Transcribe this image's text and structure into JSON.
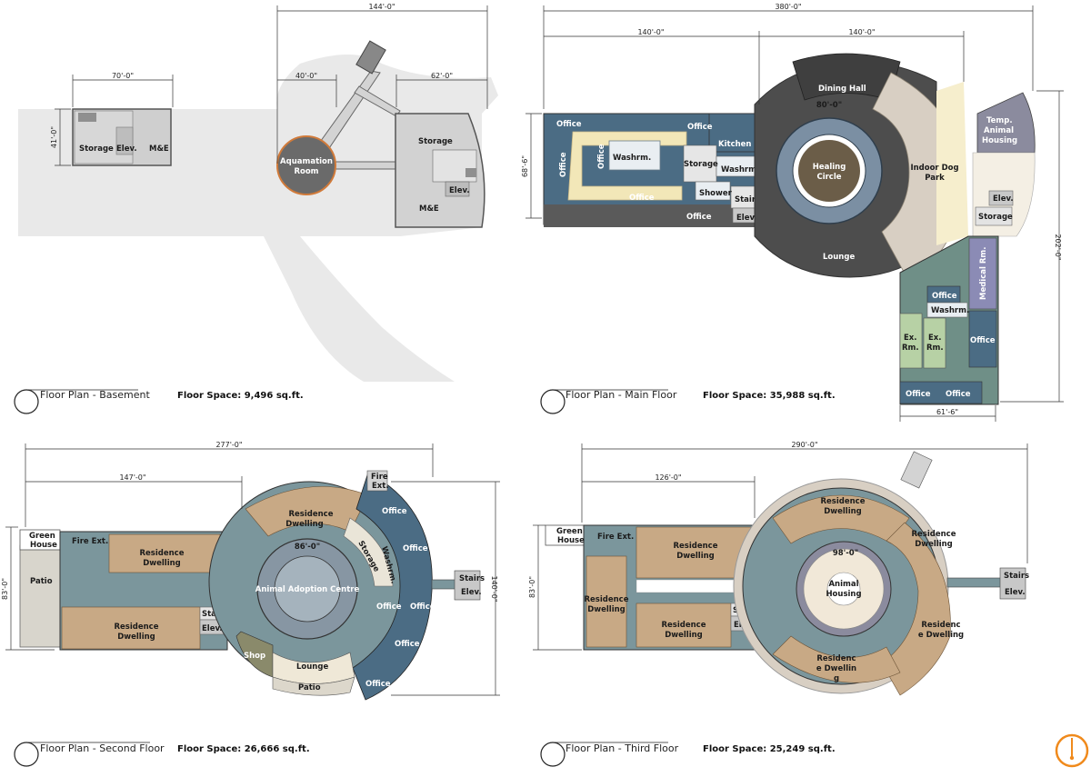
{
  "colors": {
    "dwelling": "#c8a985",
    "corridor": "#7b969c",
    "corridor_dark": "#4f6e74",
    "office": "#4b6c84",
    "carpet": "#555555",
    "plaza": "#d8cfc3",
    "grey_site": "#e8e8e8",
    "medical": "#8b8bb5",
    "green_rooms": "#b7d1a5",
    "compass": "#f08a1c"
  },
  "plans": {
    "basement": {
      "title": "Floor Plan - Basement",
      "space": "Floor Space: 9,496 sq.ft.",
      "dims": {
        "overall": "144'-0\"",
        "left": "70'-0\"",
        "mid": "40'-0\"",
        "right": "62'-0\"",
        "height": "41'-0\""
      },
      "rooms": {
        "storage_a": "Storage",
        "elev_a": "Elev.",
        "me_a": "M&E",
        "aquamation_1": "Aquamation",
        "aquamation_2": "Room",
        "storage_b": "Storage",
        "elev_b": "Elev.",
        "me_b": "M&E"
      }
    },
    "main": {
      "title": "Floor Plan - Main Floor",
      "space": "Floor Space: 35,988 sq.ft.",
      "dims": {
        "overall": "380'-0\"",
        "left": "140'-0\"",
        "right": "140'-0\"",
        "height_left": "68'-6\"",
        "height_right": "202'-0\"",
        "bottom": "61'-6\"",
        "circle": "80'-0\""
      },
      "rooms": {
        "office_1": "Office",
        "office_2": "Office",
        "office_3": "Office",
        "office_4": "Office",
        "office_5": "Office",
        "office_6": "Office",
        "office_7": "Office",
        "office_8": "Office",
        "office_9": "Office",
        "washrm_1": "Washrm.",
        "washrm_2": "Washrm.",
        "washrm_3": "Washrm.",
        "kitchen": "Kitchen",
        "storage_1": "Storage",
        "storage_2": "Storage",
        "shower": "Shower",
        "stairs": "Stairs",
        "elev_1": "Elev.",
        "elev_2": "Elev.",
        "dining": "Dining Hall",
        "healing_1": "Healing",
        "healing_2": "Circle",
        "dog_1": "Indoor Dog",
        "dog_2": "Park",
        "lounge": "Lounge",
        "temp_1": "Temp.",
        "temp_2": "Animal",
        "temp_3": "Housing",
        "medical": "Medical Rm.",
        "exrm_1a": "Ex.",
        "exrm_1b": "Rm.",
        "exrm_2a": "Ex.",
        "exrm_2b": "Rm."
      }
    },
    "second": {
      "title": "Floor Plan - Second Floor",
      "space": "Floor Space: 26,666 sq.ft.",
      "dims": {
        "overall": "277'-0\"",
        "left": "147'-0\"",
        "circle": "86'-0\"",
        "height_left": "83'-0\"",
        "height_right": "140'-0\""
      },
      "rooms": {
        "green_1": "Green",
        "green_2": "House",
        "fire_ext_1": "Fire Ext.",
        "fire_ext_2a": "Fire",
        "fire_ext_2b": "Ext.",
        "patio_1": "Patio",
        "patio_2": "Patio",
        "res_top_1": "Residence",
        "res_top_2": "Dwelling",
        "res_bot_1": "Residence",
        "res_bot_2": "Dwelling",
        "res_arc_1": "Residence",
        "res_arc_2": "Dwelling",
        "stairs_1": "Stairs",
        "elev_1": "Elev.",
        "stairs_2": "Stairs",
        "elev_2": "Elev.",
        "adoption": "Animal Adoption Centre",
        "shop": "Shop",
        "lounge": "Lounge",
        "storage": "Storage",
        "washrm": "Washrm.",
        "office_1": "Office",
        "office_2": "Office",
        "office_3": "Office",
        "office_4": "Office",
        "office_5": "Office",
        "office_6": "Office"
      }
    },
    "third": {
      "title": "Floor Plan - Third Floor",
      "space": "Floor Space: 25,249 sq.ft.",
      "dims": {
        "overall": "290'-0\"",
        "left": "126'-0\"",
        "circle": "98'-0\"",
        "height": "83'-0\""
      },
      "rooms": {
        "green_1": "Green",
        "green_2": "House",
        "fire_ext": "Fire Ext.",
        "res_l_1": "Residence",
        "res_l_2": "Dwelling",
        "res_tc_1": "Residence",
        "res_tc_2": "Dwelling",
        "res_bc_1": "Residence",
        "res_bc_2": "Dwelling",
        "stairs_1": "Stairs",
        "elev_1": "Elev.",
        "stairs_2": "Stairs",
        "elev_2": "Elev.",
        "animal_1": "Animal",
        "animal_2": "Housing",
        "arc_tl_1": "Residence",
        "arc_tl_2": "Dwelling",
        "arc_tr_1": "Residence",
        "arc_tr_2": "Dwelling",
        "arc_r_1": "Residenc",
        "arc_r_2": "e Dwelling",
        "arc_b_1": "Residenc",
        "arc_b_2": "e Dwellin",
        "arc_b_3": "g"
      }
    }
  }
}
